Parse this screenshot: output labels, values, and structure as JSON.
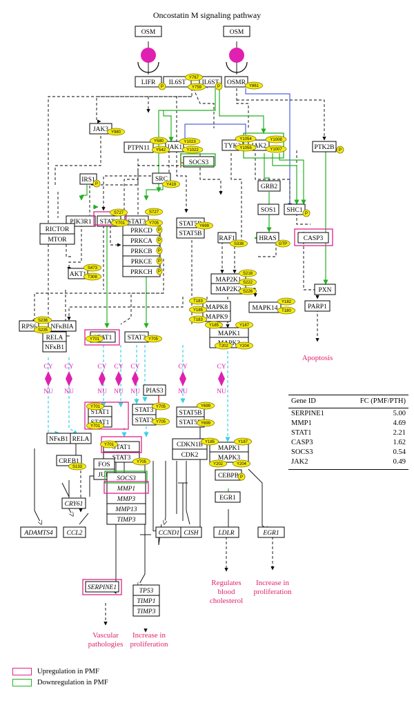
{
  "title": "Oncostatin M signaling pathway",
  "colors": {
    "up": "#e0208a",
    "down": "#22b022",
    "phospho": "#f4ea10",
    "cyan": "#39d0e8",
    "blue": "#2a3dd0",
    "outcome": "#e0206a"
  },
  "nodes": {
    "osm": "OSM",
    "lifr": "LIFR",
    "il6st": "IL6ST",
    "osmr": "OSMR",
    "jak3": "JAK3",
    "ptpn11": "PTPN11",
    "jak1": "JAK1",
    "tyk2": "TYK2",
    "jak2": "JAK2",
    "ptk2b": "PTK2B",
    "socs3": "SOCS3",
    "irs1": "IRS1",
    "src": "SRC",
    "grb2": "GRB2",
    "sos1": "SOS1",
    "shc1": "SHC1",
    "pik3r1": "PIK3R1",
    "stat1": "STAT1",
    "stat3": "STAT3",
    "stat5b": "STAT5B",
    "raf1": "RAF1",
    "hras": "HRAS",
    "casp3": "CASP3",
    "pxn": "PXN",
    "rictor": "RICTOR",
    "mtor": "MTOR",
    "akt1": "AKT1",
    "prkcd": "PRKCD",
    "prkca": "PRKCA",
    "prkcb": "PRKCB",
    "prkce": "PRKCE",
    "prkch": "PRKCH",
    "map2k1": "MAP2K1",
    "map2k2": "MAP2K2",
    "mapk8": "MAPK8",
    "mapk9": "MAPK9",
    "mapk14": "MAPK14",
    "parp1": "PARP1",
    "mapk1": "MAPK1",
    "mapk3": "MAPK3",
    "rps6": "RPS6",
    "nfkbia": "NFκBIA",
    "rela": "RELA",
    "nfkb1": "NFκB1",
    "pias3": "PIAS3",
    "cdkn1b": "CDKN1B",
    "cdk2": "CDK2",
    "creb1": "CREB1",
    "fos": "FOS",
    "jun": "JUN",
    "cebpb": "CEBPB",
    "egr1": "EGR1",
    "cry61": "CRY61",
    "ccl2": "CCL2",
    "adamts4": "ADAMTS4",
    "mmp1": "MMP1",
    "mmp3": "MMP3",
    "mmp13": "MMP13",
    "timp3": "TIMP3",
    "ccnd1": "CCND1",
    "cish": "CISH",
    "ldlr": "LDLR",
    "serpine1": "SERPINE1",
    "tp53": "TP53",
    "timp1": "TIMP1"
  },
  "sites": {
    "p": "P",
    "y759": "Y759",
    "y767": "Y767",
    "y861": "Y861",
    "y580": "Y580",
    "y542": "Y542",
    "y980": "Y980",
    "y1022": "Y1022",
    "y1023": "Y1023",
    "y1054": "Y1054",
    "y1055": "Y1055",
    "y1008": "Y1008",
    "y1007": "Y1007",
    "y419": "Y419",
    "s727": "S727",
    "y701": "Y701",
    "y705": "Y705",
    "y699": "Y699",
    "s338": "S338",
    "gtp": "GTP",
    "s473": "S473",
    "t308": "T308",
    "s218": "S218",
    "s222": "S222",
    "s226": "S226",
    "t183": "T183",
    "y185": "Y185",
    "t180": "T180",
    "y182": "Y182",
    "y187": "Y187",
    "t202": "T202",
    "y204": "Y204",
    "y202": "Y202",
    "s236": "S236",
    "s235": "S235",
    "s133": "S133"
  },
  "compartments": {
    "cy": "CY",
    "nu": "NU"
  },
  "outcomes": {
    "apoptosis": "Apoptosis",
    "vascular_1": "Vascular",
    "vascular_2": "pathologies",
    "prolif_1": "Increase in",
    "prolif_2": "proliferation",
    "chol_1": "Regulates",
    "chol_2": "blood",
    "chol_3": "cholesterol",
    "prolif2_1": "Increase in",
    "prolif2_2": "proliferation"
  },
  "fc_table": {
    "col_gene": "Gene ID",
    "col_fc": "FC (PMF/PTH)",
    "rows": [
      {
        "gene": "SERPINE1",
        "fc": "5.00"
      },
      {
        "gene": "MMP1",
        "fc": "4.69"
      },
      {
        "gene": "STAT1",
        "fc": "2.21"
      },
      {
        "gene": "CASP3",
        "fc": "1.62"
      },
      {
        "gene": "SOCS3",
        "fc": "0.54"
      },
      {
        "gene": "JAK2",
        "fc": "0.49"
      }
    ]
  },
  "legend": {
    "up": "Upregulation in PMF",
    "down": "Downregulation in PMF"
  }
}
